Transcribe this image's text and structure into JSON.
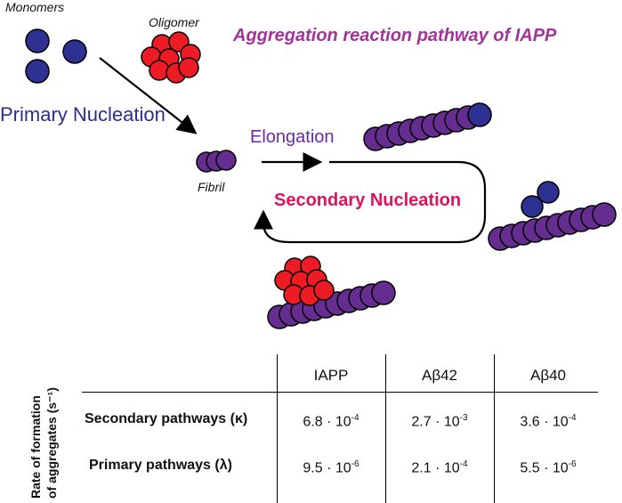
{
  "title": "Aggregation reaction pathway of IAPP",
  "labels": {
    "monomers": "Monomers",
    "oligomer": "Oligomer",
    "fibril": "Fibril",
    "primary_nucleation": "Primary Nucleation",
    "elongation": "Elongation",
    "secondary_nucleation": "Secondary Nucleation"
  },
  "colors": {
    "monomer": "#2e3192",
    "fibril": "#662d91",
    "oligomer": "#ed1c24",
    "title": "#a2339a",
    "secondary": "#e0115f"
  },
  "table": {
    "side_label_line1": "Rate of formation",
    "side_label_line2": "of aggregates (s⁻¹)",
    "columns": [
      "IAPP",
      "Aβ42",
      "Aβ40"
    ],
    "rows": [
      {
        "label": "Secondary pathways (κ)",
        "values": [
          {
            "mantissa": "6.8 · 10",
            "exp": "-4"
          },
          {
            "mantissa": "2.7 · 10",
            "exp": "-3"
          },
          {
            "mantissa": "3.6 · 10",
            "exp": "-4"
          }
        ]
      },
      {
        "label": "Primary pathways (λ)",
        "values": [
          {
            "mantissa": "9.5 · 10",
            "exp": "-6"
          },
          {
            "mantissa": "2.1 · 10",
            "exp": "-4"
          },
          {
            "mantissa": "5.5 · 10",
            "exp": "-6"
          }
        ]
      }
    ]
  }
}
